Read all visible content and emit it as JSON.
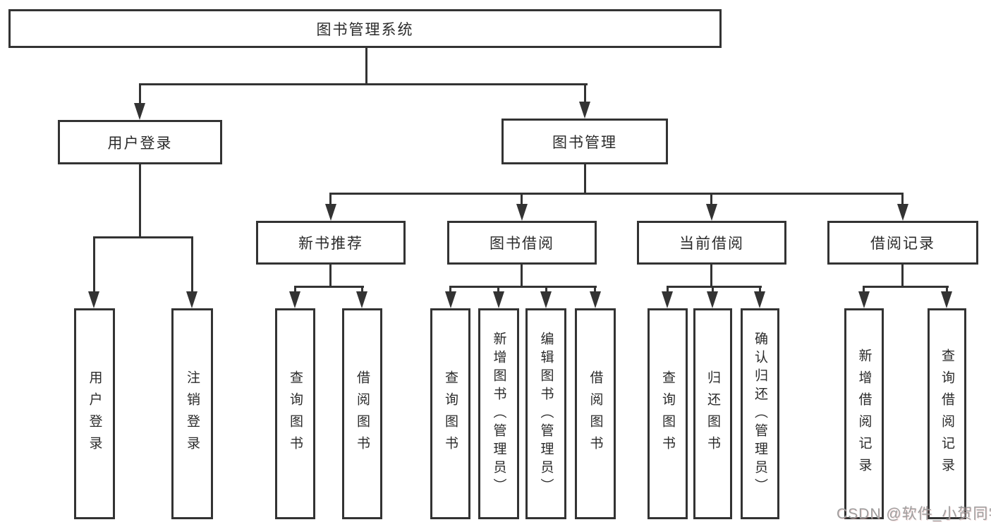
{
  "tree": {
    "root": {
      "label": "图书管理系统"
    },
    "branches": [
      {
        "label": "用户登录",
        "children": [
          {
            "label": "用户登录"
          },
          {
            "label": "注销登录"
          }
        ]
      },
      {
        "label": "图书管理",
        "children": [
          {
            "label": "新书推荐",
            "children": [
              {
                "label": "查询图书"
              },
              {
                "label": "借阅图书"
              }
            ]
          },
          {
            "label": "图书借阅",
            "children": [
              {
                "label": "查询图书"
              },
              {
                "label": "新增图书（管理员）"
              },
              {
                "label": "编辑图书（管理员）"
              },
              {
                "label": "借阅图书"
              }
            ]
          },
          {
            "label": "当前借阅",
            "children": [
              {
                "label": "查询图书"
              },
              {
                "label": "归还图书"
              },
              {
                "label": "确认归还（管理员）"
              }
            ]
          },
          {
            "label": "借阅记录",
            "children": [
              {
                "label": "新增借阅记录"
              },
              {
                "label": "查询借阅记录"
              }
            ]
          }
        ]
      }
    ]
  },
  "watermark": {
    "text": "CSDN @软件_小贺同学"
  },
  "colors": {
    "line": "#333333",
    "text": "#2b2b2b",
    "background": "#ffffff",
    "watermark": "#9e9e9e"
  }
}
